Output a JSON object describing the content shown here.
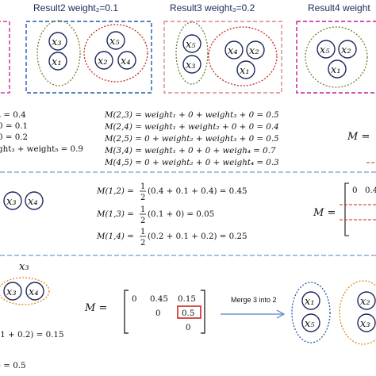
{
  "headers": [
    {
      "id": "r2",
      "text": "Result2  weight₂=0.1"
    },
    {
      "id": "r3",
      "text": "Result3  weight₃=0.2"
    },
    {
      "id": "r4",
      "text": "Result4  weight"
    }
  ],
  "node_labels": {
    "x1": "x₁",
    "x2": "x₂",
    "x3": "x₃",
    "x4": "x₄",
    "x5": "x₅"
  },
  "left_equations": [
    "₄ = 0.4",
    "0 = 0.1",
    "0 = 0.2",
    "ght₃ + weight₅ = 0.9"
  ],
  "center_equations": [
    "M(2,3) = weight₁ + 0 + weight₃ + 0 = 0.5",
    "M(2,4) = weight₁ + weight₂ + 0 + 0 = 0.4",
    "M(2,5) = 0 + weight₂ + weight₃ + 0 = 0.5",
    "M(3,4) = weight₁ + 0 + 0 + weigh₄ = 0.7",
    "M(4,5) = 0 + weight₂ + 0 + weight₄ = 0.3"
  ],
  "right_m_label": "M =",
  "middle_equations": [
    {
      "lhs": "M(1,2) =",
      "num": "1",
      "den": "2",
      "rhs": "(0.4 + 0.1 + 0.4) = 0.45"
    },
    {
      "lhs": "M(1,3) =",
      "num": "1",
      "den": "2",
      "rhs": "(0.1 + 0) = 0.05"
    },
    {
      "lhs": "M(1,4) =",
      "num": "1",
      "den": "2",
      "rhs": "(0.2 + 0.1 + 0.2) = 0.25"
    }
  ],
  "right_matrix_mid": {
    "label": "M =",
    "row0": [
      "0",
      "0.4"
    ]
  },
  "bottom_matrix": {
    "label": "M =",
    "row0": [
      "0",
      "0.45",
      "0.15"
    ],
    "row1": [
      "0",
      "0.5"
    ],
    "row2": [
      "0"
    ]
  },
  "merge_label": "Merge 3 into 2",
  "bottom_left_equations": [
    ".1 + 0.2) = 0.15",
    ") = 0.5"
  ],
  "colors": {
    "blue": "#1e5aa8",
    "red": "#c8281e",
    "pink": "#d98a85",
    "magenta": "#c0189a",
    "olive": "#6f7e2e",
    "orange": "#e08a1a",
    "dark": "#1b2a5a",
    "divider": "#4d7fc4"
  }
}
